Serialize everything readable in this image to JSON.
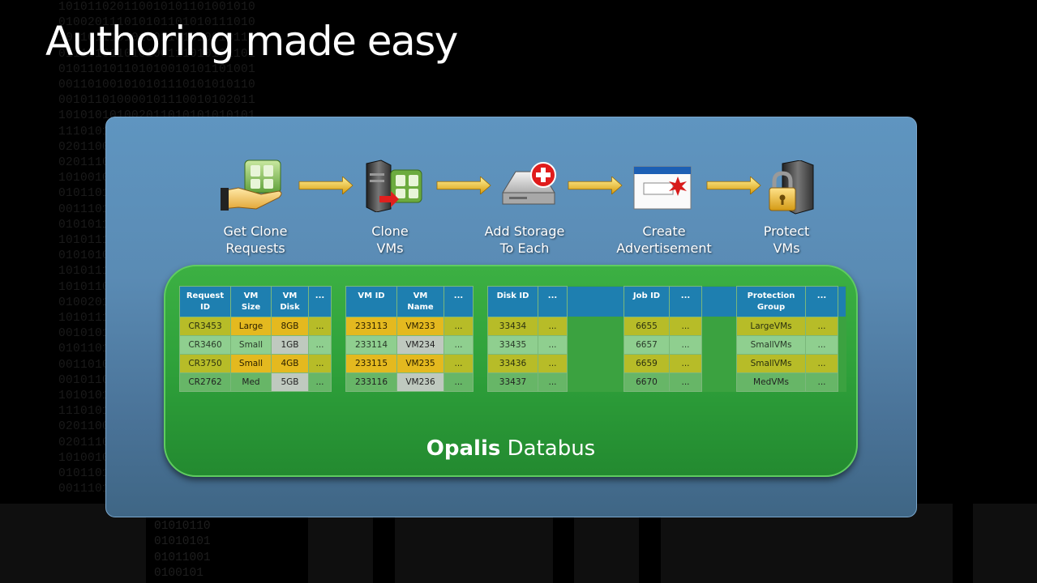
{
  "title": "Authoring made easy",
  "binary_lines": [
    "101011020110010101101001010",
    "010020111010101101010111010",
    "101101110101001101010010111",
    "011101011010100111010101101",
    "010110101101010010101101001",
    "001101001010101110101010110",
    "001011010000101110010102011",
    "101010101002011010101010101",
    "111010101011010100101010101",
    "020110010101110101001010101",
    "020111010110101101011010010",
    "101001010110100101001010101",
    "010110101010100001010110010",
    "001110101010100101011010101",
    "010101110101010110100101011",
    "101011101010101010011010101",
    "010101011010101011010101001",
    "101011101001011010110101010",
    "101011010110101011010101101",
    "010020110101010101010101001",
    "101011101010101001101010010",
    "001010101010101101010110101",
    "010110101010101010101101010",
    "001101010101010101101010101",
    "001011010000101110010102011",
    "101010101002011010101010101",
    "111010101011010100101010101",
    "020110010101110101001010101",
    "020111010110101101011010010",
    "101001010110100101011101010",
    "010110101010100001011100101",
    "001110101010100101011010101"
  ],
  "binary_bottom": [
    "0011",
    "01010110",
    "01010101",
    "01011001",
    "0100101"
  ],
  "workflow": {
    "steps": [
      {
        "line1": "Get Clone",
        "line2": "Requests",
        "icon": "clone-request-icon"
      },
      {
        "line1": "Clone",
        "line2": "VMs",
        "icon": "server-clone-icon"
      },
      {
        "line1": "Add Storage",
        "line2": "To Each",
        "icon": "add-disk-icon"
      },
      {
        "line1": "Create",
        "line2": "Advertisement",
        "icon": "advertisement-window-icon"
      },
      {
        "line1": "Protect",
        "line2": "VMs",
        "icon": "server-lock-icon"
      }
    ]
  },
  "databus": {
    "label_bold": "Opalis",
    "label_rest": " Databus"
  },
  "tables": [
    {
      "headers": [
        [
          "Request",
          "ID"
        ],
        [
          "VM",
          "Size"
        ],
        [
          "VM",
          "Disk"
        ],
        [
          "...",
          ""
        ]
      ],
      "rows": [
        [
          "CR3453",
          "Large",
          "8GB",
          "..."
        ],
        [
          "CR3460",
          "Small",
          "1GB",
          "..."
        ],
        [
          "CR3750",
          "Small",
          "4GB",
          "..."
        ],
        [
          "CR2762",
          "Med",
          "5GB",
          "..."
        ]
      ]
    },
    {
      "headers": [
        [
          "VM ID",
          ""
        ],
        [
          "VM",
          "Name"
        ],
        [
          "...",
          ""
        ]
      ],
      "rows": [
        [
          "233113",
          "VM233",
          "..."
        ],
        [
          "233114",
          "VM234",
          "..."
        ],
        [
          "233115",
          "VM235",
          "..."
        ],
        [
          "233116",
          "VM236",
          "..."
        ]
      ]
    },
    {
      "headers": [
        [
          "Disk ID",
          ""
        ],
        [
          "...",
          ""
        ]
      ],
      "rows": [
        [
          "33434",
          "..."
        ],
        [
          "33435",
          "..."
        ],
        [
          "33436",
          "..."
        ],
        [
          "33437",
          "..."
        ]
      ]
    },
    {
      "headers": [
        [
          "Job ID",
          ""
        ],
        [
          "...",
          ""
        ]
      ],
      "rows": [
        [
          "6655",
          "..."
        ],
        [
          "6657",
          "..."
        ],
        [
          "6659",
          "..."
        ],
        [
          "6670",
          "..."
        ]
      ]
    },
    {
      "headers": [
        [
          "Protection",
          "Group"
        ],
        [
          "...",
          ""
        ]
      ],
      "rows": [
        [
          "LargeVMs",
          "..."
        ],
        [
          "SmallVMs",
          "..."
        ],
        [
          "SmallVMs",
          "..."
        ],
        [
          "MedVMs",
          "..."
        ]
      ]
    }
  ]
}
